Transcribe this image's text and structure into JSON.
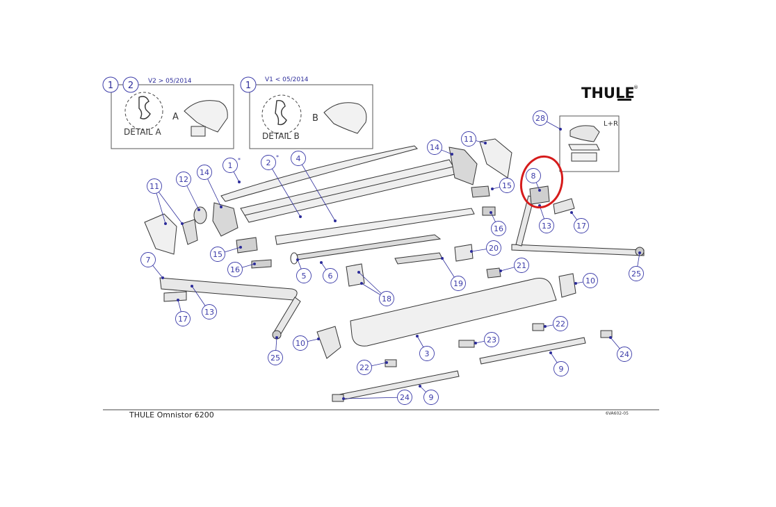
{
  "brand": {
    "logo_text": "THULE",
    "registered_mark": "®"
  },
  "footer": {
    "product_name": "THULE Omnistor 6200",
    "drawing_code": "6VA602-05"
  },
  "details": {
    "detail_a": {
      "version_label": "V2 > 05/2014",
      "caption": "DETAIL A",
      "letter": "A",
      "badges": [
        "1",
        "2"
      ]
    },
    "detail_b": {
      "version_label": "V1 < 05/2014",
      "caption": "DETAIL B",
      "letter": "B",
      "badges": [
        "1"
      ]
    }
  },
  "inset_28": {
    "badge": "28",
    "note": "L+R"
  },
  "highlight": {
    "part": "8",
    "color": "#d61b1b"
  },
  "colors": {
    "callout_ring": "#3a3aa8",
    "callout_text": "#3a3aa8",
    "leader": "#2c2c9a",
    "line_art": "#333333"
  },
  "callouts": [
    {
      "id": "c1",
      "label": "1",
      "asterisk": true
    },
    {
      "id": "c2",
      "label": "2",
      "asterisk": true
    },
    {
      "id": "c4",
      "label": "4"
    },
    {
      "id": "c14a",
      "label": "14"
    },
    {
      "id": "c11a",
      "label": "11"
    },
    {
      "id": "c15a",
      "label": "15"
    },
    {
      "id": "c16a",
      "label": "16"
    },
    {
      "id": "c8",
      "label": "8"
    },
    {
      "id": "c13a",
      "label": "13"
    },
    {
      "id": "c17a",
      "label": "17"
    },
    {
      "id": "c11b",
      "label": "11"
    },
    {
      "id": "c12",
      "label": "12"
    },
    {
      "id": "c14b",
      "label": "14"
    },
    {
      "id": "c15b",
      "label": "15"
    },
    {
      "id": "c16b",
      "label": "16"
    },
    {
      "id": "c5",
      "label": "5"
    },
    {
      "id": "c6",
      "label": "6"
    },
    {
      "id": "c20",
      "label": "20"
    },
    {
      "id": "c19",
      "label": "19"
    },
    {
      "id": "c21",
      "label": "21"
    },
    {
      "id": "c25a",
      "label": "25"
    },
    {
      "id": "c10a",
      "label": "10"
    },
    {
      "id": "c7",
      "label": "7"
    },
    {
      "id": "c13b",
      "label": "13"
    },
    {
      "id": "c17b",
      "label": "17"
    },
    {
      "id": "c18",
      "label": "18"
    },
    {
      "id": "c22a",
      "label": "22"
    },
    {
      "id": "c23",
      "label": "23"
    },
    {
      "id": "c10b",
      "label": "10"
    },
    {
      "id": "c25b",
      "label": "25"
    },
    {
      "id": "c3",
      "label": "3"
    },
    {
      "id": "c22b",
      "label": "22"
    },
    {
      "id": "c9a",
      "label": "9"
    },
    {
      "id": "c24a",
      "label": "24"
    },
    {
      "id": "c24b",
      "label": "24"
    },
    {
      "id": "c9b",
      "label": "9"
    }
  ]
}
